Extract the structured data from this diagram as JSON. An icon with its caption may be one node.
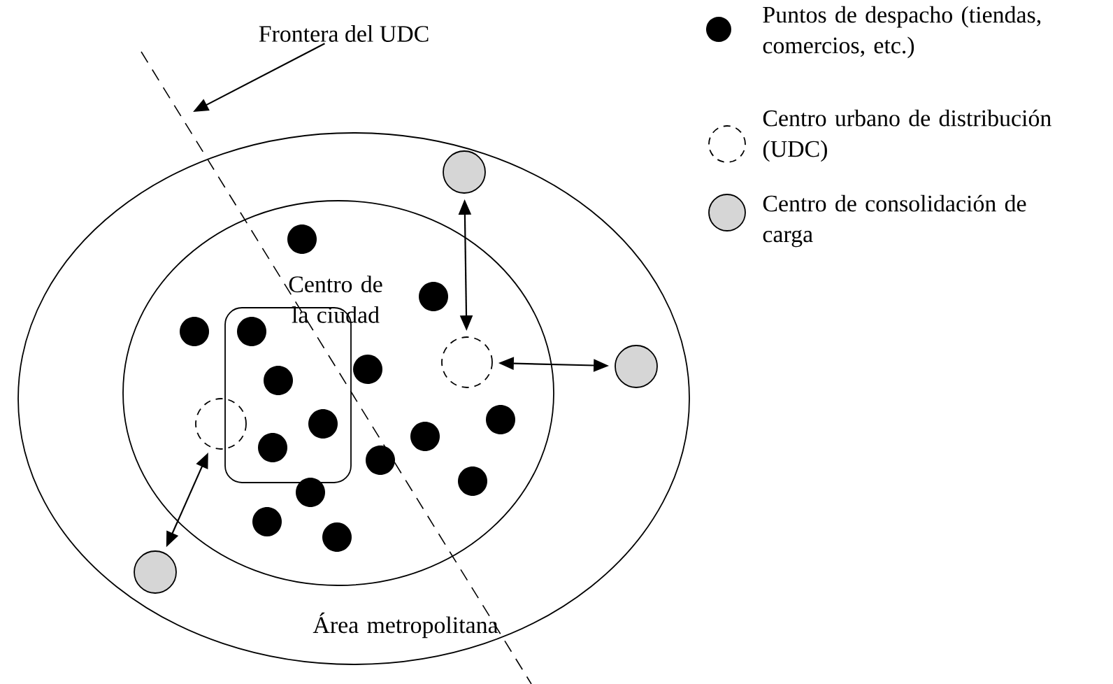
{
  "diagram": {
    "nodes": [
      {
        "text": [
          "Frontera del UDC"
        ]
      },
      {
        "text": [
          "Área metropolitana"
        ]
      },
      {
        "text": [],
        "shape": "circle",
        "in": 1
      },
      {
        "text": [
          "Centro de la ciudad"
        ],
        "in": 1
      },
      {
        "text": [],
        "shape": "circle",
        "in": 3
      },
      {
        "text": [],
        "shape": "circle",
        "in": 1
      },
      {
        "text": [],
        "shape": "box",
        "in": 3
      },
      {
        "text": [],
        "shape": "circle",
        "in": 3
      },
      {
        "text": [],
        "shape": "circle",
        "in": 1
      }
    ],
    "edges": [
      {
        "from": 0,
        "to": null,
        "arrow": "to"
      },
      {
        "from": 2,
        "to": 4,
        "arrow": "both"
      },
      {
        "from": 4,
        "to": 5,
        "arrow": "both"
      },
      {
        "from": 7,
        "to": 8,
        "arrow": "both"
      }
    ],
    "legend": [
      {
        "text": "Puntos de despacho (tiendas, comercios, etc.)"
      },
      {
        "text": "Centro urbano de distribución (UDC)"
      },
      {
        "text": "Centro de consolidación de carga"
      }
    ]
  }
}
